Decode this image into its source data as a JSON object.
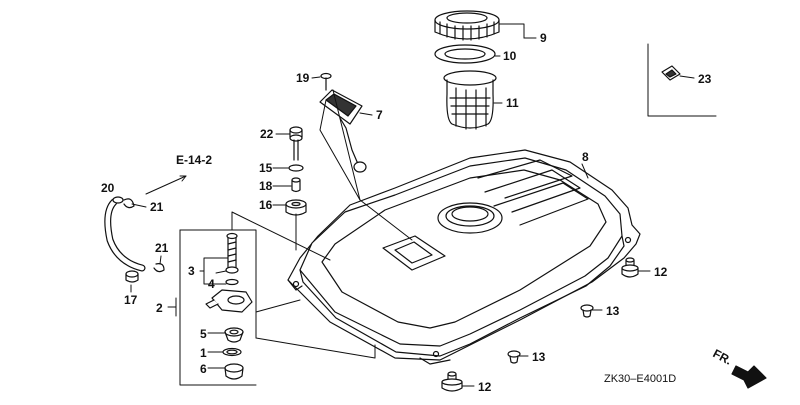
{
  "callouts": {
    "c1": "1",
    "c2": "2",
    "c3": "3",
    "c4": "4",
    "c5": "5",
    "c6": "6",
    "c7": "7",
    "c8": "8",
    "c9": "9",
    "c10": "10",
    "c11": "11",
    "c12a": "12",
    "c12b": "12",
    "c13a": "13",
    "c13b": "13",
    "c15": "15",
    "c16": "16",
    "c17": "17",
    "c18": "18",
    "c19": "19",
    "c20": "20",
    "c21a": "21",
    "c21b": "21",
    "c22": "22",
    "c23": "23"
  },
  "reference": "E-14-2",
  "direction": "FR.",
  "diagram_code": "ZK30–E4001D"
}
